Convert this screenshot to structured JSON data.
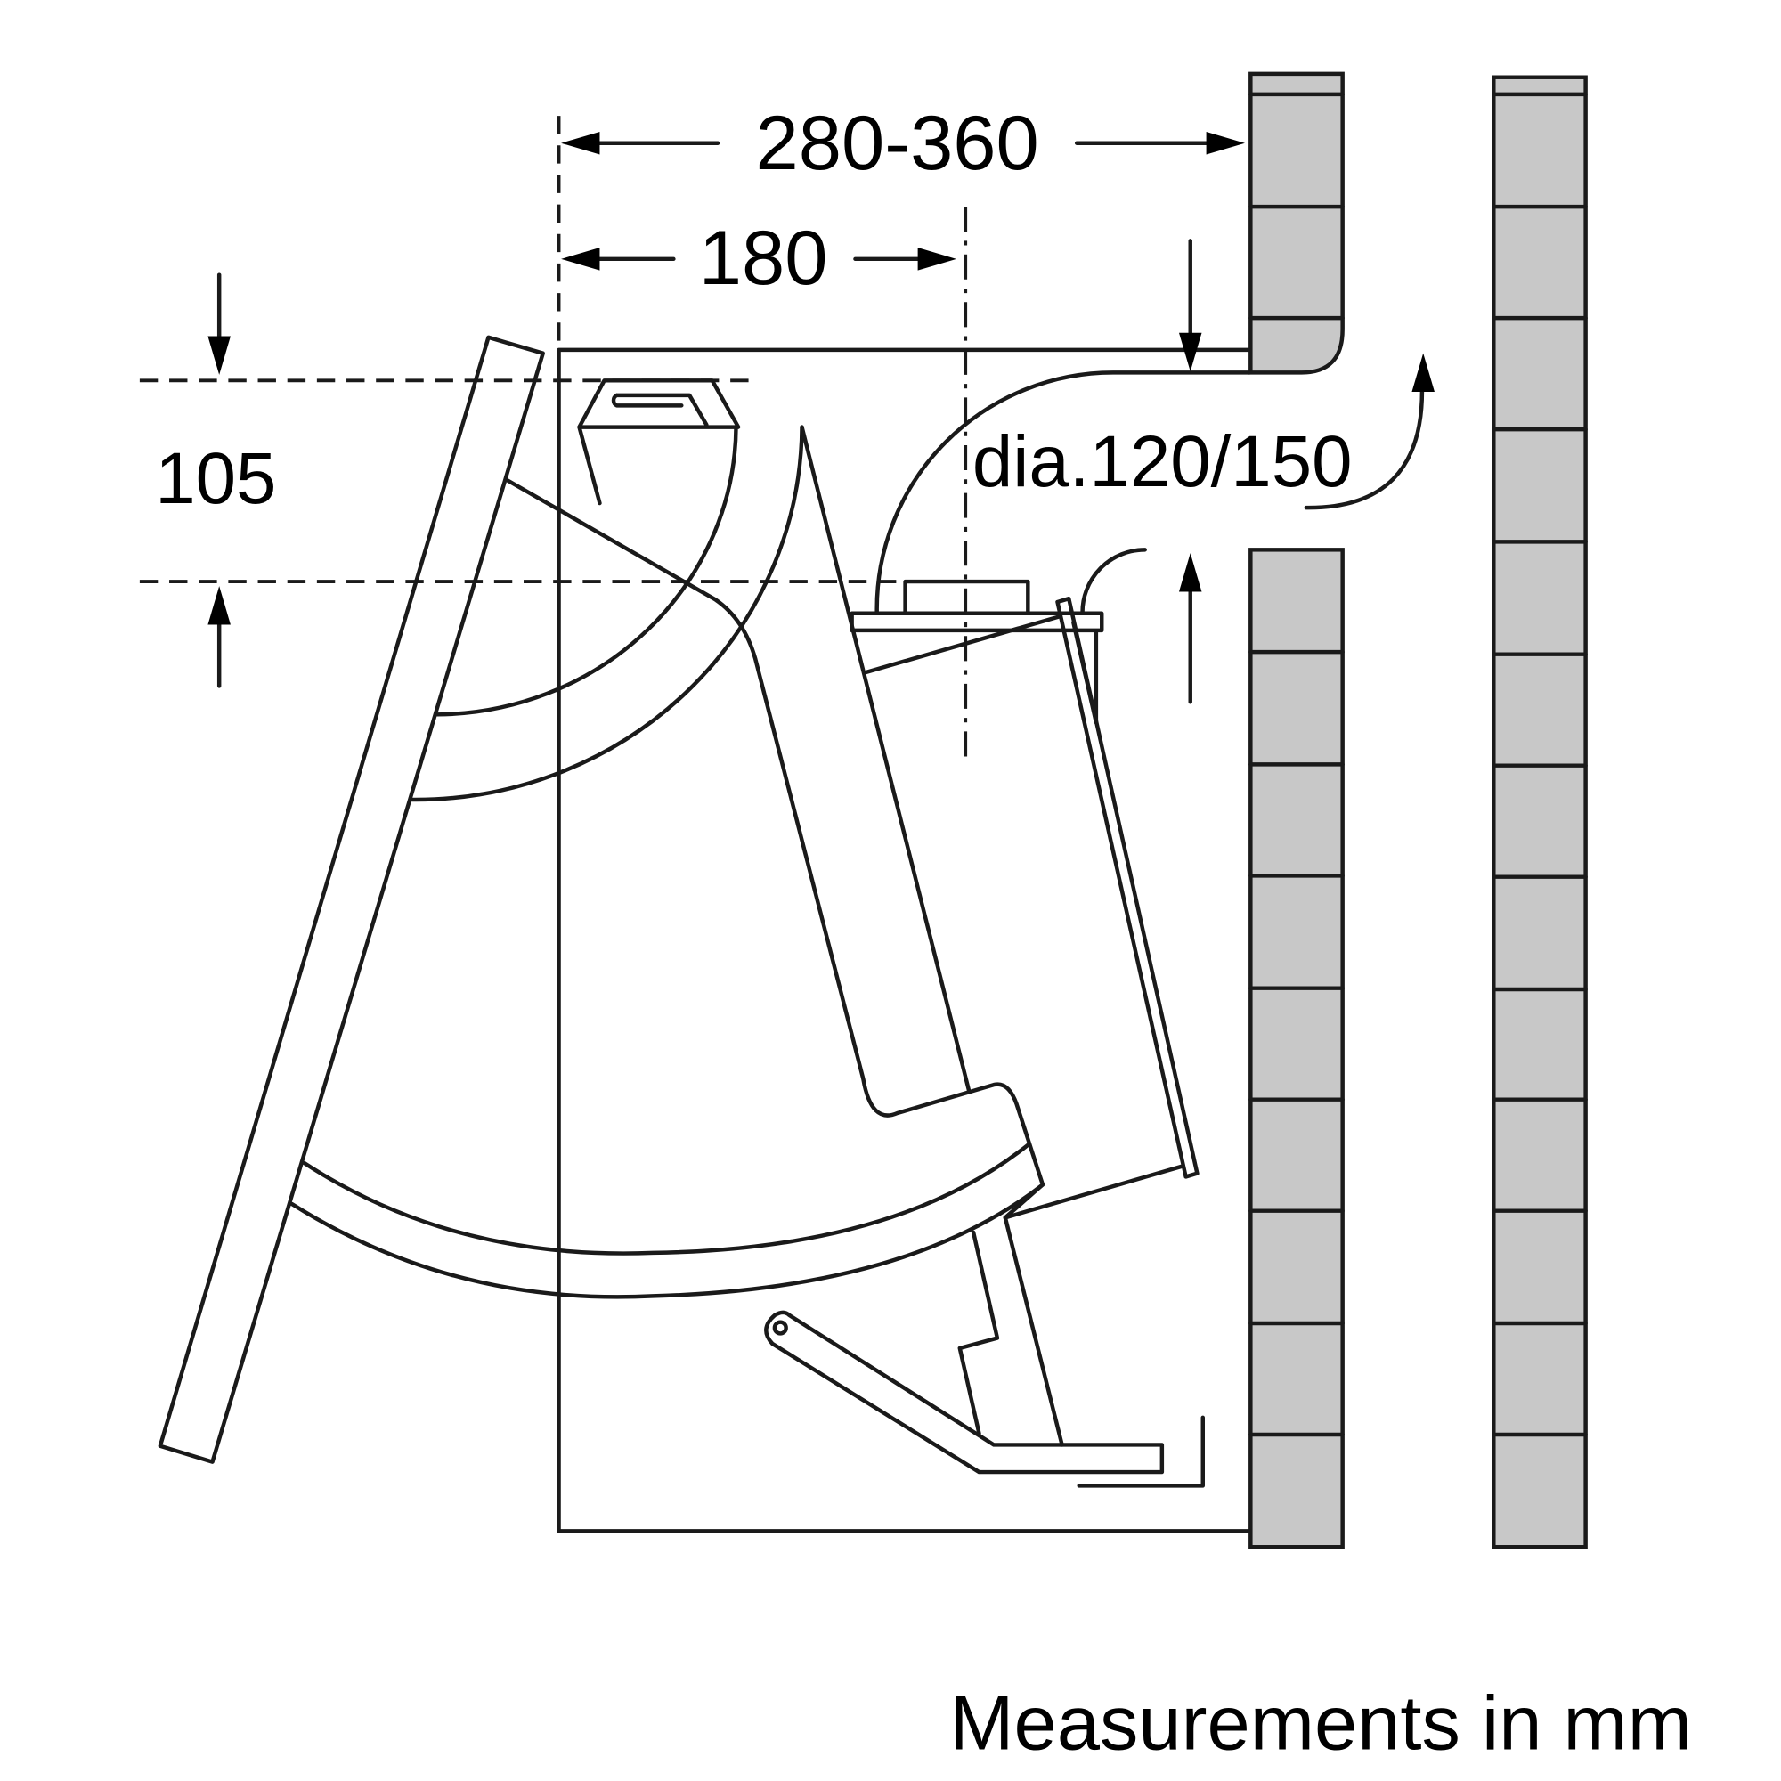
{
  "dimensions": {
    "total_depth": "280-360",
    "duct_center": "180",
    "height_offset": "105",
    "duct_diameter": "dia.120/150"
  },
  "footer": {
    "note": "Measurements in mm"
  }
}
